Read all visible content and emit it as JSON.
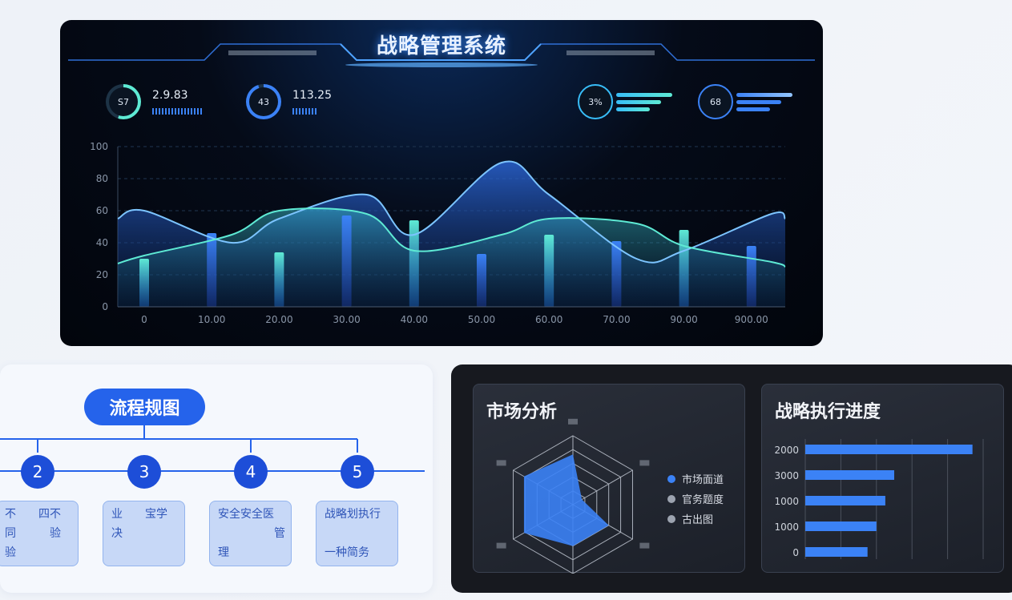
{
  "header": {
    "title": "战略管理系统"
  },
  "kpis": [
    {
      "ring": "S7",
      "value": "2.9.83",
      "progress": 0.55,
      "color": "#5eead4"
    },
    {
      "ring": "43",
      "value": "113.25",
      "progress": 0.95,
      "color": "#3b82f6"
    },
    {
      "ring": "3%",
      "progress": 0.1,
      "color": "#38bdf8"
    },
    {
      "ring": "68",
      "progress": 0.1,
      "color": "#3b82f6"
    }
  ],
  "chart_data": {
    "type": "bar",
    "categories": [
      "0",
      "10.00",
      "20.00",
      "30.00",
      "40.00",
      "50.00",
      "60.00",
      "70.00",
      "90.00",
      "900.00"
    ],
    "yticks": [
      "0",
      "20",
      "40",
      "60",
      "80",
      "100"
    ],
    "ylim": [
      0,
      100
    ],
    "grid": true,
    "bars": [
      30,
      46,
      34,
      57,
      54,
      33,
      45,
      41,
      48,
      38
    ],
    "series": [
      {
        "values": [
          60,
          40,
          55,
          70,
          45,
          90,
          70,
          30,
          35,
          58
        ]
      },
      {
        "values": [
          32,
          45,
          60,
          58,
          35,
          45,
          55,
          52,
          38,
          28
        ]
      }
    ]
  },
  "flow": {
    "title": "流程规图",
    "steps": [
      {
        "num": "2",
        "text": "不　　四不\n同　　　验\n验"
      },
      {
        "num": "3",
        "text": "业　　宝学\n决"
      },
      {
        "num": "4",
        "text": "安全安全医\n　　　　　管\n理"
      },
      {
        "num": "5",
        "text": "战略划执行\n\n一种简务"
      }
    ]
  },
  "market": {
    "title": "市场分析",
    "radar_values": [
      0.73,
      0.15,
      0.6,
      0.6,
      0.82,
      0.82
    ],
    "legend": [
      {
        "label": "市场面道",
        "color": "#3b82f6"
      },
      {
        "label": "官务题度",
        "color": "#9ca3af"
      },
      {
        "label": "古出图",
        "color": "#9ca3af"
      }
    ]
  },
  "progress": {
    "title": "战略执行进度",
    "rows": [
      {
        "label": "2000",
        "value": 4.7
      },
      {
        "label": "3000",
        "value": 2.5
      },
      {
        "label": "1000",
        "value": 2.25
      },
      {
        "label": "1000",
        "value": 2.0
      },
      {
        "label": "0",
        "value": 1.75
      }
    ],
    "xmax": 5
  }
}
